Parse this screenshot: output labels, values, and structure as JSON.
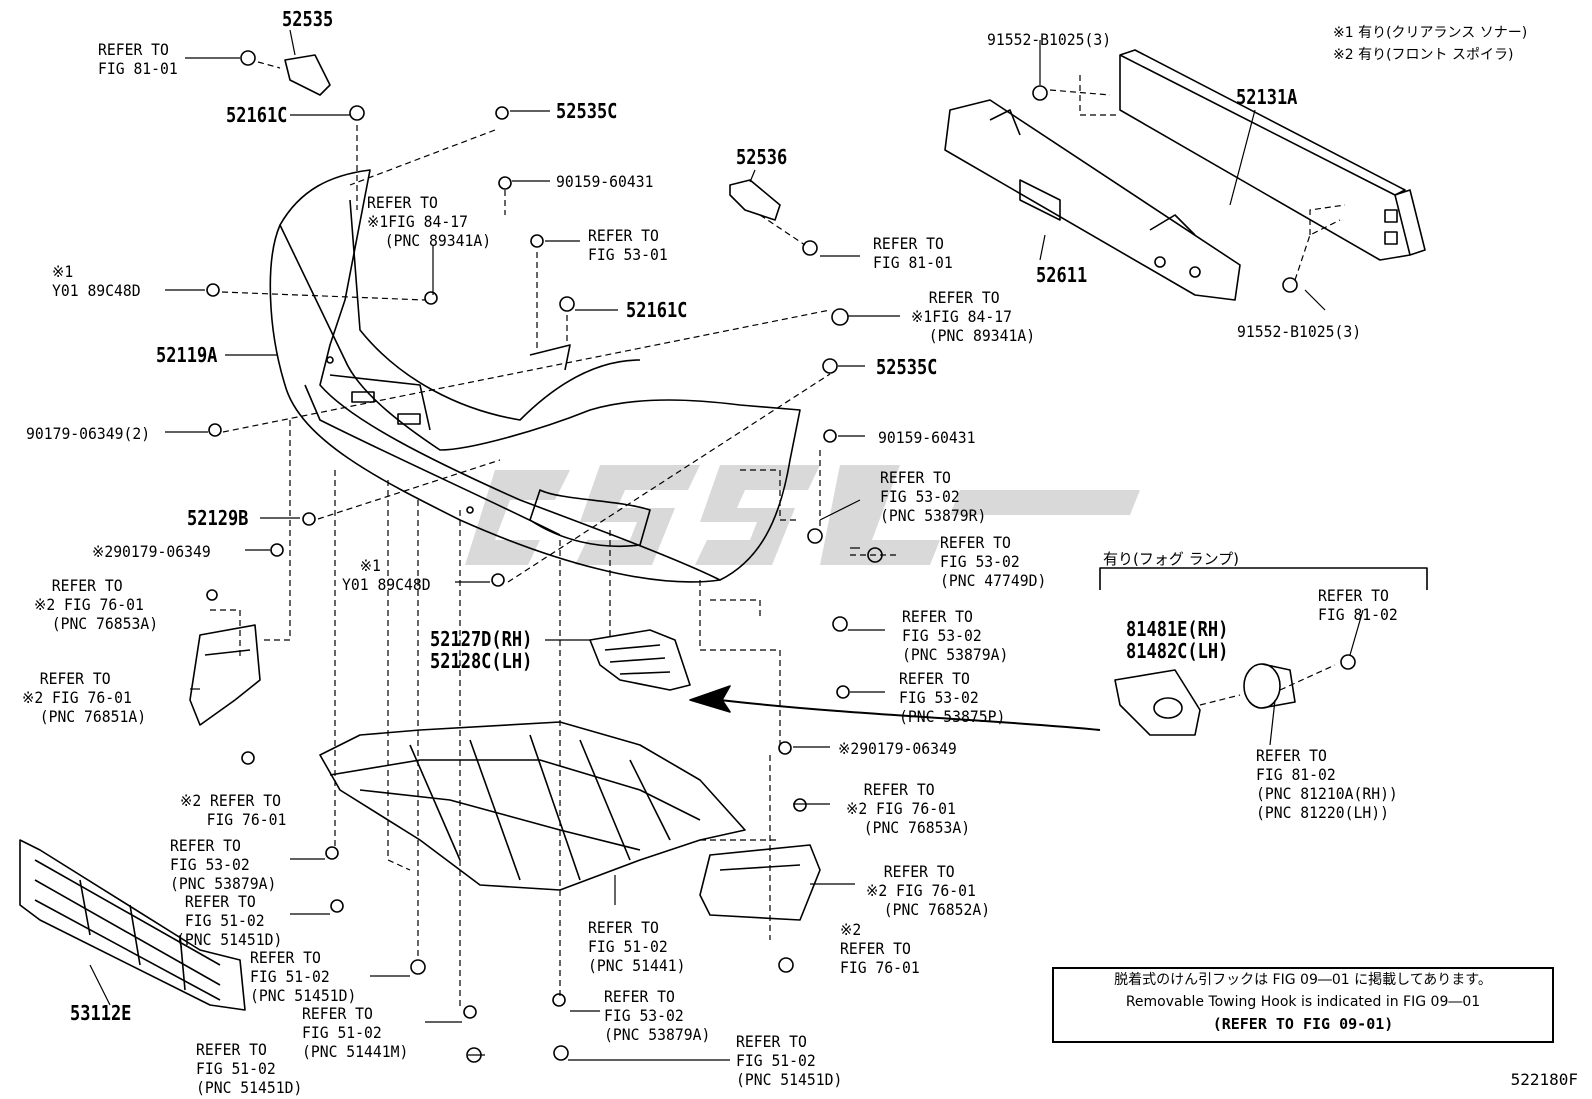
{
  "legend": {
    "line1": "※1 有り(クリアランス ソナー)",
    "line2": "※2 有り(フロント スポイラ)"
  },
  "fog_group_title": "有り(フォグ ランプ)",
  "note": {
    "jp": "脱着式のけん引フックは FIG 09―01 に掲載してあります。",
    "en": "Removable Towing Hook is indicated in FIG 09―01",
    "ref": "(REFER TO FIG 09-01)"
  },
  "diagram_code": "522180F",
  "labels": {
    "p52535": "52535",
    "ref8101_a": "REFER TO\nFIG 81-01",
    "p52161c_a": "52161C",
    "p52535c_a": "52535C",
    "p90159_a": "90159-60431",
    "ref8417_a": "REFER TO\n※1FIG 84-17\n  (PNC 89341A)",
    "ref5301": "REFER TO\nFIG 53-01",
    "p52161c_b": "52161C",
    "y01_a": "※1\nY01 89C48D",
    "p52119a": "52119A",
    "p90179_2": "90179-06349(2)",
    "p52129b": "52129B",
    "p90179_a": "※290179-06349",
    "ref7601_a": "  REFER TO\n※2 FIG 76-01\n  (PNC 76853A)",
    "ref7601_b": "  REFER TO\n※2 FIG 76-01\n  (PNC 76851A)",
    "ref7601_c": "※2 REFER TO\n   FIG 76-01",
    "ref5302_a": "REFER TO\nFIG 53-02\n(PNC 53879A)",
    "ref5102_a": " REFER TO\n FIG 51-02\n(PNC 51451D)",
    "ref5102_b": "REFER TO\nFIG 51-02\n(PNC 51451D)",
    "ref5102_c": "REFER TO\nFIG 51-02\n(PNC 51441M)",
    "ref5102_d": "REFER TO\nFIG 51-02\n(PNC 51451D)",
    "p53112e": "53112E",
    "y01_b": "  ※1\nY01 89C48D",
    "p52127d": "52127D(RH)\n52128C(LH)",
    "ref5102_e": "REFER TO\nFIG 51-02\n(PNC 51441)",
    "ref5302_b": "REFER TO\nFIG 53-02\n(PNC 53879A)",
    "ref5102_f": "REFER TO\nFIG 51-02\n(PNC 51451D)",
    "p52536": "52536",
    "ref8101_b": "REFER TO\nFIG 81-01",
    "ref8417_b": "  REFER TO\n※1FIG 84-17\n  (PNC 89341A)",
    "p52535c_b": "52535C",
    "p90159_b": "90159-60431",
    "ref5302_c": "REFER TO\nFIG 53-02\n(PNC 53879R)",
    "ref5302_d": "REFER TO\nFIG 53-02\n(PNC 47749D)",
    "ref5302_e": "REFER TO\nFIG 53-02\n(PNC 53879A)",
    "ref5302_f": "REFER TO\nFIG 53-02\n(PNC 53875P)",
    "p90179_b": "※290179-06349",
    "ref7601_d": "  REFER TO\n※2 FIG 76-01\n  (PNC 76853A)",
    "ref7601_e": "  REFER TO\n※2 FIG 76-01\n  (PNC 76852A)",
    "ref7601_f": "※2\nREFER TO\nFIG 76-01",
    "p91552_a": "91552-B1025(3)",
    "p52131a": "52131A",
    "p52611": "52611",
    "p91552_b": "91552-B1025(3)",
    "p81481e": "81481E(RH)\n81482C(LH)",
    "ref8102_a": "REFER TO\nFIG 81-02",
    "ref8102_b": "REFER TO\nFIG 81-02\n(PNC 81210A(RH))\n(PNC 81220(LH))"
  }
}
